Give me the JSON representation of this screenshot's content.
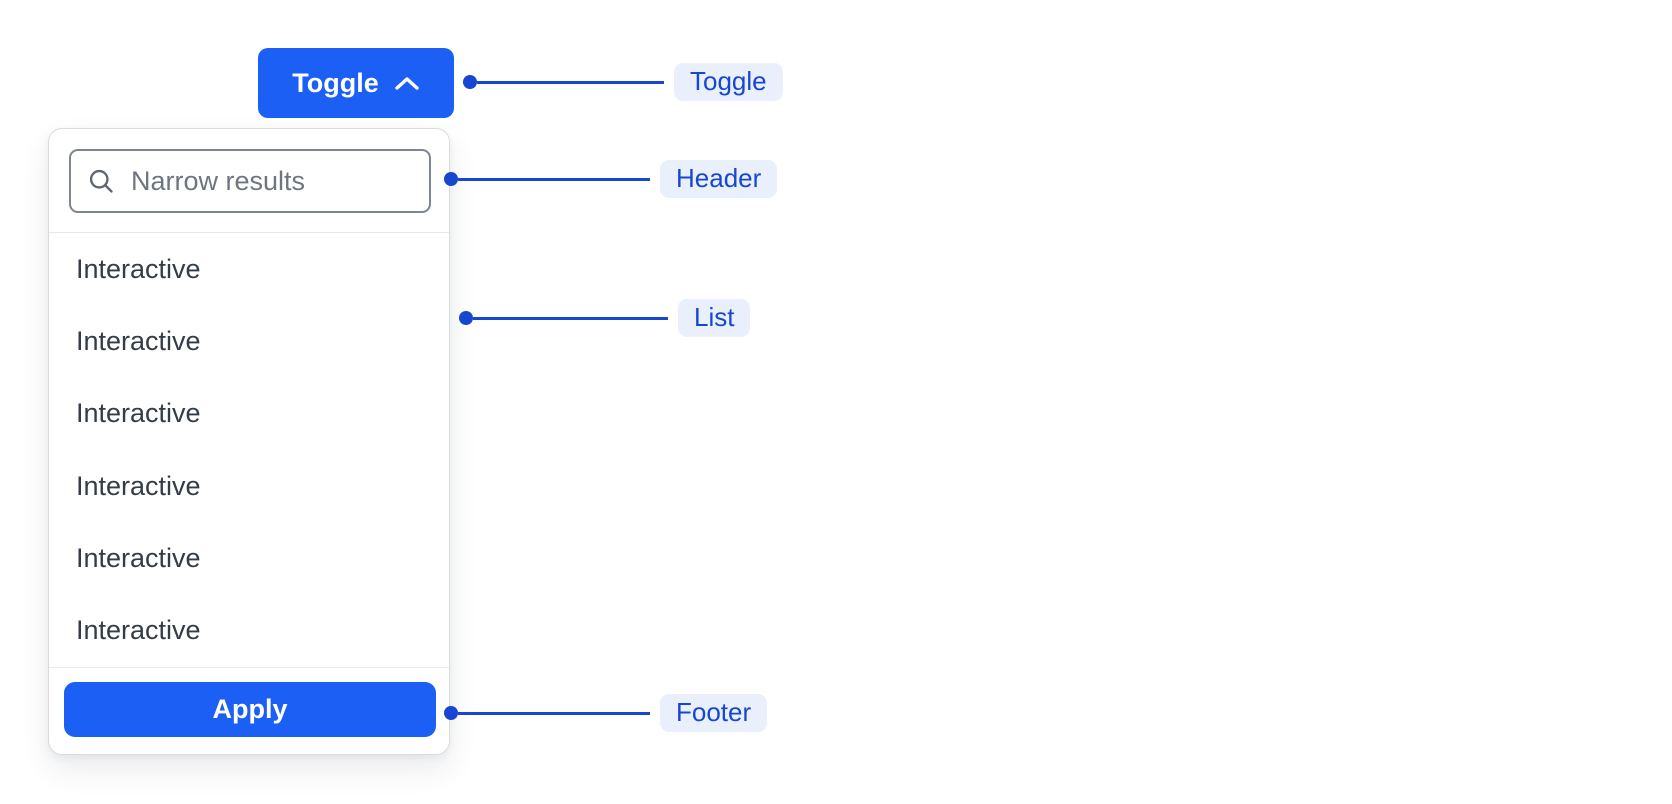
{
  "component": {
    "toggle": {
      "label": "Toggle",
      "icon": "chevron-up-icon"
    },
    "header": {
      "search_placeholder": "Narrow results",
      "icon": "search-icon"
    },
    "list": {
      "items": [
        "Interactive",
        "Interactive",
        "Interactive",
        "Interactive",
        "Interactive",
        "Interactive"
      ]
    },
    "footer": {
      "apply_label": "Apply"
    }
  },
  "annotations": {
    "toggle": "Toggle",
    "header": "Header",
    "list": "List",
    "footer": "Footer"
  },
  "colors": {
    "primary_blue": "#1b5ff5",
    "annotation_blue": "#1747d1",
    "annotation_pill_bg": "#e9f0fc",
    "item_text": "#343c48",
    "placeholder_text": "#6e7581",
    "input_border": "#7e8592",
    "panel_border": "#d9dbdf",
    "divider": "#e6e8ec"
  }
}
